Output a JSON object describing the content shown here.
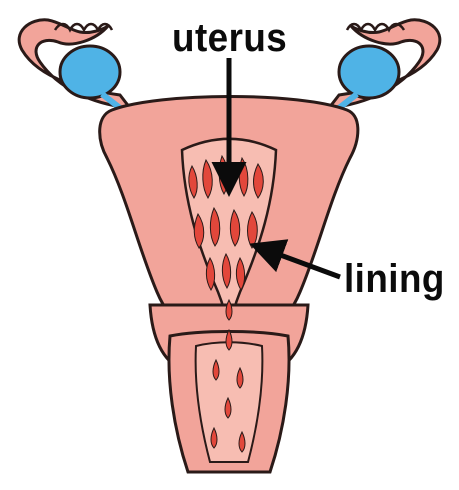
{
  "labels": {
    "uterus": "uterus",
    "lining": "lining"
  },
  "colors": {
    "tissue": "#f2a49a",
    "tissue_light": "#f7bdb2",
    "tissue_dark": "#e48a80",
    "ovary": "#4fb3e6",
    "lining_blood": "#e2473b",
    "outline": "#2a1a18",
    "arrow": "#0b0b0b"
  },
  "icons": {
    "ovary": "ovary-shape",
    "fimbriae": "fimbriae-shape"
  }
}
